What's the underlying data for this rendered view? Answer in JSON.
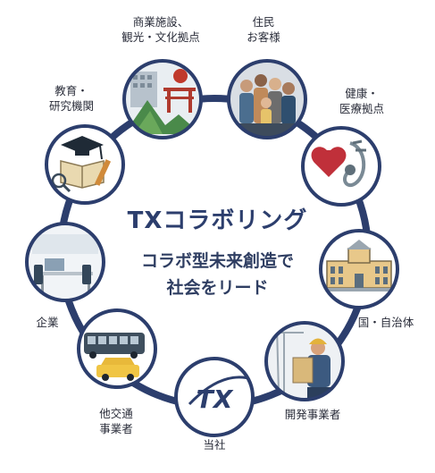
{
  "title": "TXコラボリング",
  "subtitle": "コラボ型未来創造で\n社会をリード",
  "nodes": [
    {
      "id": "commerce",
      "label": "商業施設、\n観光・文化拠点",
      "icon": "temple-building-icon"
    },
    {
      "id": "residents",
      "label": "住民\nお客様",
      "icon": "people-crowd-icon"
    },
    {
      "id": "health",
      "label": "健康・\n医療拠点",
      "icon": "heart-stethoscope-icon"
    },
    {
      "id": "government",
      "label": "国・自治体",
      "icon": "government-building-icon"
    },
    {
      "id": "developers",
      "label": "開発事業者",
      "icon": "construction-worker-icon"
    },
    {
      "id": "company",
      "label": "当社",
      "icon": "tx-logo-icon"
    },
    {
      "id": "transport",
      "label": "他交通\n事業者",
      "icon": "bus-taxi-icon"
    },
    {
      "id": "enterprise",
      "label": "企業",
      "icon": "office-desk-icon"
    },
    {
      "id": "education",
      "label": "教育・\n研究機関",
      "icon": "graduation-books-icon"
    }
  ],
  "company_logo_text": "TX",
  "colors": {
    "ring": "#2c3e6d",
    "title": "#2c3e6d",
    "node_border": "#2c3e6d"
  }
}
